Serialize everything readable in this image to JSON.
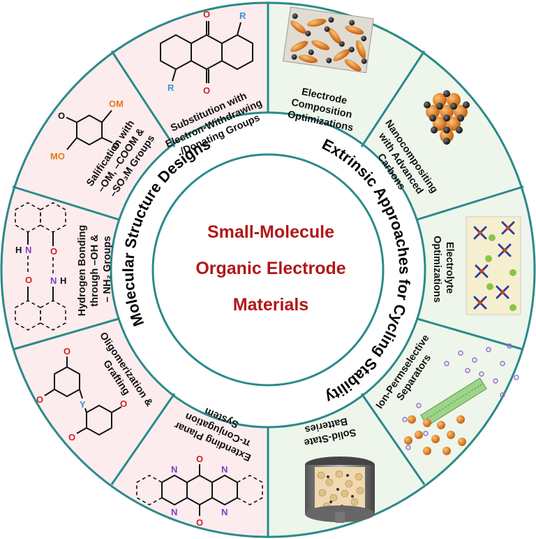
{
  "center": {
    "line1": "Small-Molecule",
    "line2": "Organic Electrode",
    "line3": "Materials"
  },
  "ring_labels": {
    "left": "Molecular Structure Designs",
    "right": "Extrinsic Approaches for Cycling Stability"
  },
  "segments": {
    "substitution": {
      "line1": "Substitution with",
      "line2": "Electron-Withdrawing",
      "line3": "/Donating Groups"
    },
    "salification": {
      "line1": "Salification with",
      "line2": "–OM, –COOM &",
      "line3": "–SO₃M Groups"
    },
    "hbond": {
      "line1": "Hydrogen Bonding",
      "line2": "through –OH &",
      "line3": "– NH₂ Groups"
    },
    "oligomer": {
      "line1": "Oligomerization &",
      "line2": "Grafting"
    },
    "planar": {
      "line1": "Extending Planar",
      "line2": "π-Conjugation",
      "line3": "System"
    },
    "electrode": {
      "line1": "Electrode",
      "line2": "Composition",
      "line3": "Optimizations"
    },
    "nano": {
      "line1": "Nanocompositing",
      "line2": "with Advanced",
      "line3": "Carbons"
    },
    "electrolyte": {
      "line1": "Electrolyte",
      "line2": "Optimizations"
    },
    "separator": {
      "line1": "Ion-Permselective",
      "line2": "Separators"
    },
    "solid": {
      "line1": "Solid-State",
      "line2": "Batteries"
    }
  },
  "chem_labels": {
    "R": "R",
    "O": "O",
    "OM": "OM",
    "MO": "MO",
    "N": "N",
    "H": "H",
    "Y": "Y"
  },
  "colors": {
    "left_fill": "#fcecee",
    "right_fill": "#eef6ec",
    "ring_stroke": "#2b8a8a",
    "title_red": "#b01818",
    "orange_atom": "#e07b1a",
    "blue_atom": "#3a8fd4",
    "purple_atom": "#7a3fc2",
    "red_atom": "#cc2222"
  }
}
